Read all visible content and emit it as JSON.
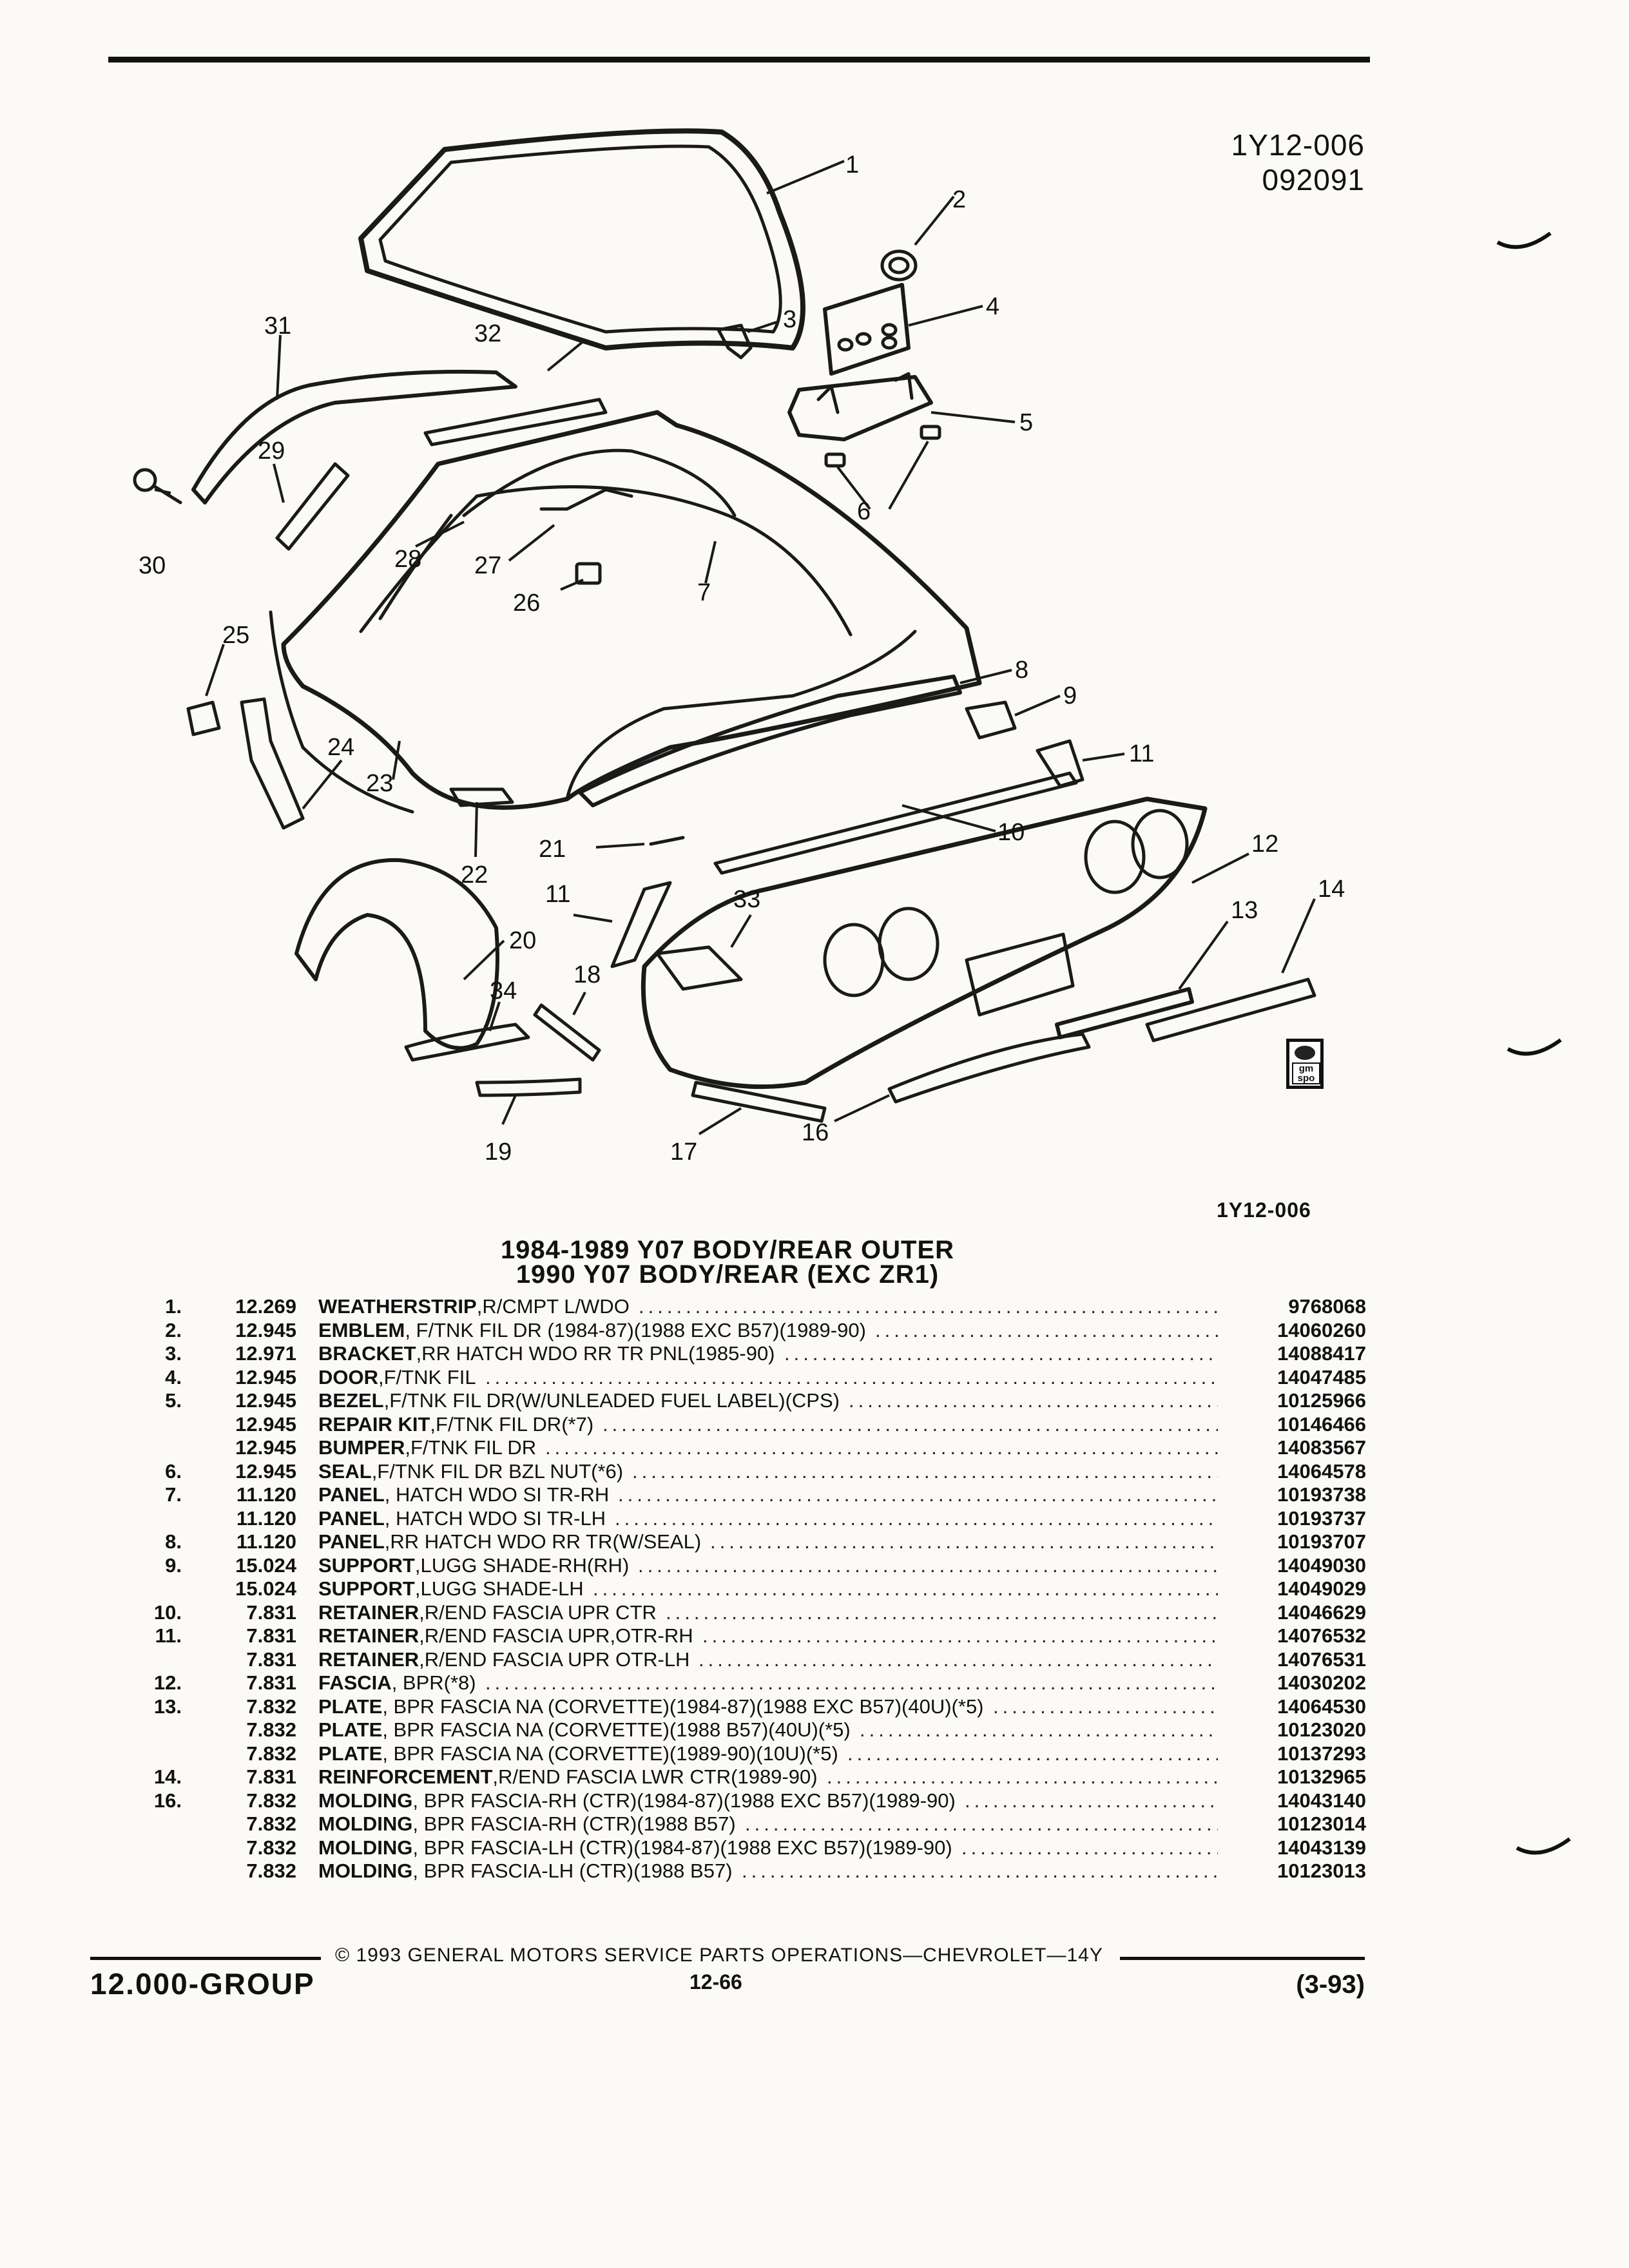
{
  "header": {
    "diagram_code": "1Y12-006",
    "revision_code": "092091"
  },
  "diagram": {
    "callouts": [
      "1",
      "2",
      "3",
      "4",
      "5",
      "6",
      "7",
      "8",
      "9",
      "10",
      "11",
      "11",
      "12",
      "13",
      "14",
      "16",
      "17",
      "18",
      "19",
      "20",
      "21",
      "22",
      "23",
      "24",
      "25",
      "26",
      "27",
      "28",
      "29",
      "30",
      "31",
      "32",
      "33",
      "34"
    ],
    "logo_text": "gm spo",
    "bottom_code": "1Y12-006"
  },
  "title": {
    "line1": "1984-1989 Y07 BODY/REAR OUTER",
    "line2": "1990 Y07 BODY/REAR (EXC ZR1)"
  },
  "parts": [
    {
      "num": "1.",
      "group": "12.269",
      "name": "WEATHERSTRIP",
      "detail": ",R/CMPT L/WDO",
      "part_no": "9768068"
    },
    {
      "num": "2.",
      "group": "12.945",
      "name": "EMBLEM",
      "detail": ", F/TNK FIL DR (1984-87)(1988 EXC B57)(1989-90)",
      "part_no": "14060260"
    },
    {
      "num": "3.",
      "group": "12.971",
      "name": "BRACKET",
      "detail": ",RR HATCH WDO RR TR PNL(1985-90)",
      "part_no": "14088417"
    },
    {
      "num": "4.",
      "group": "12.945",
      "name": "DOOR",
      "detail": ",F/TNK FIL",
      "part_no": "14047485"
    },
    {
      "num": "5.",
      "group": "12.945",
      "name": "BEZEL",
      "detail": ",F/TNK FIL DR(W/UNLEADED FUEL LABEL)(CPS)",
      "part_no": "10125966"
    },
    {
      "num": "",
      "group": "12.945",
      "name": "REPAIR KIT",
      "detail": ",F/TNK FIL DR(*7)",
      "part_no": "10146466"
    },
    {
      "num": "",
      "group": "12.945",
      "name": "BUMPER",
      "detail": ",F/TNK FIL DR",
      "part_no": "14083567"
    },
    {
      "num": "6.",
      "group": "12.945",
      "name": "SEAL",
      "detail": ",F/TNK FIL DR BZL NUT(*6)",
      "part_no": "14064578"
    },
    {
      "num": "7.",
      "group": "11.120",
      "name": "PANEL",
      "detail": ", HATCH WDO SI TR-RH",
      "part_no": "10193738"
    },
    {
      "num": "",
      "group": "11.120",
      "name": "PANEL",
      "detail": ", HATCH WDO SI TR-LH",
      "part_no": "10193737"
    },
    {
      "num": "8.",
      "group": "11.120",
      "name": "PANEL",
      "detail": ",RR HATCH WDO RR TR(W/SEAL)",
      "part_no": "10193707"
    },
    {
      "num": "9.",
      "group": "15.024",
      "name": "SUPPORT",
      "detail": ",LUGG SHADE-RH(RH)",
      "part_no": "14049030"
    },
    {
      "num": "",
      "group": "15.024",
      "name": "SUPPORT",
      "detail": ",LUGG SHADE-LH",
      "part_no": "14049029"
    },
    {
      "num": "10.",
      "group": "7.831",
      "name": "RETAINER",
      "detail": ",R/END FASCIA UPR CTR",
      "part_no": "14046629"
    },
    {
      "num": "11.",
      "group": "7.831",
      "name": "RETAINER",
      "detail": ",R/END FASCIA UPR,OTR-RH",
      "part_no": "14076532"
    },
    {
      "num": "",
      "group": "7.831",
      "name": "RETAINER",
      "detail": ",R/END FASCIA UPR OTR-LH",
      "part_no": "14076531"
    },
    {
      "num": "12.",
      "group": "7.831",
      "name": "FASCIA",
      "detail": ", BPR(*8)",
      "part_no": "14030202"
    },
    {
      "num": "13.",
      "group": "7.832",
      "name": "PLATE",
      "detail": ", BPR FASCIA NA (CORVETTE)(1984-87)(1988 EXC B57)(40U)(*5)",
      "part_no": "14064530"
    },
    {
      "num": "",
      "group": "7.832",
      "name": "PLATE",
      "detail": ", BPR FASCIA NA (CORVETTE)(1988 B57)(40U)(*5)",
      "part_no": "10123020"
    },
    {
      "num": "",
      "group": "7.832",
      "name": "PLATE",
      "detail": ", BPR FASCIA NA (CORVETTE)(1989-90)(10U)(*5)",
      "part_no": "10137293"
    },
    {
      "num": "14.",
      "group": "7.831",
      "name": "REINFORCEMENT",
      "detail": ",R/END FASCIA LWR CTR(1989-90)",
      "part_no": "10132965"
    },
    {
      "num": "16.",
      "group": "7.832",
      "name": "MOLDING",
      "detail": ", BPR FASCIA-RH (CTR)(1984-87)(1988 EXC B57)(1989-90)",
      "part_no": "14043140"
    },
    {
      "num": "",
      "group": "7.832",
      "name": "MOLDING",
      "detail": ", BPR FASCIA-RH (CTR)(1988 B57)",
      "part_no": "10123014"
    },
    {
      "num": "",
      "group": "7.832",
      "name": "MOLDING",
      "detail": ", BPR FASCIA-LH (CTR)(1984-87)(1988 EXC B57)(1989-90)",
      "part_no": "14043139"
    },
    {
      "num": "",
      "group": "7.832",
      "name": "MOLDING",
      "detail": ", BPR FASCIA-LH (CTR)(1988 B57)",
      "part_no": "10123013"
    }
  ],
  "footer": {
    "copyright": "© 1993 GENERAL MOTORS SERVICE PARTS OPERATIONS—CHEVROLET—14Y",
    "group": "12.000-GROUP",
    "page": "12-66",
    "date": "(3-93)"
  }
}
